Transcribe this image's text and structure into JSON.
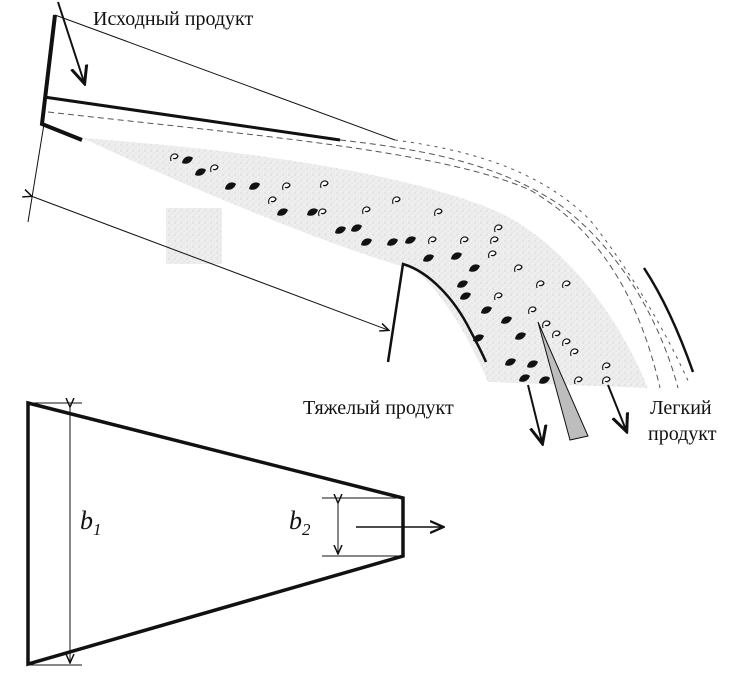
{
  "labels": {
    "feed": "Исходный продукт",
    "heavy": "Тяжелый продукт",
    "light_line1": "Легкий",
    "light_line2": "продукт",
    "b1_letter": "b",
    "b1_sub": "1",
    "b2_letter": "b",
    "b2_sub": "2"
  },
  "colors": {
    "line": "#111111",
    "pulp_fill": "#ececec",
    "splitter_fill": "#bdbdbd",
    "heavy_particle": "#111111",
    "light_particle": "#ffffff"
  }
}
